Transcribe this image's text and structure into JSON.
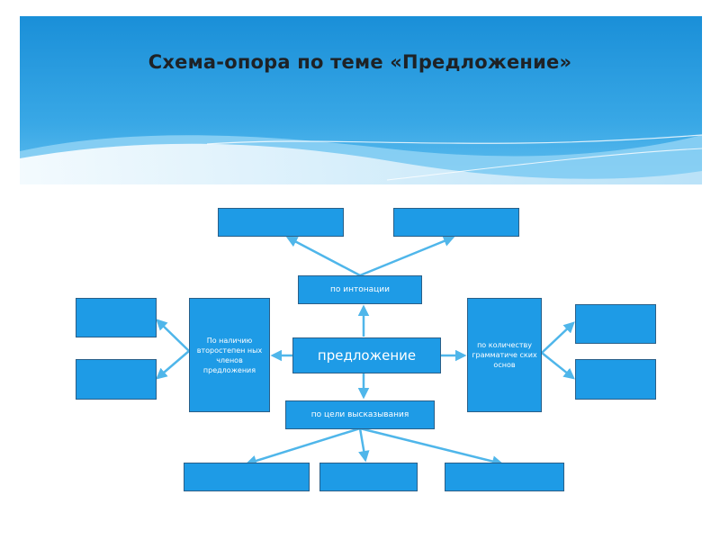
{
  "slide": {
    "title": "Схема-опора по теме «Предложение»"
  },
  "colors": {
    "box_fill": "#1e9be6",
    "box_border": "#2a5f88",
    "arrow": "#4fb6ea",
    "header_sky": "#2a9fe0",
    "title_text": "#1e2226"
  },
  "diagram": {
    "center": {
      "label": "предложение"
    },
    "intonation": {
      "label": "по интонации"
    },
    "purpose": {
      "label": "по цели высказывания"
    },
    "secondary_members": {
      "label": "По наличию второстепен ных членов предложения"
    },
    "grammatical_bases": {
      "label": "по количеству грамматиче ских основ"
    },
    "empty_boxes": [
      "",
      "",
      "",
      "",
      "",
      "",
      "",
      "",
      ""
    ]
  }
}
